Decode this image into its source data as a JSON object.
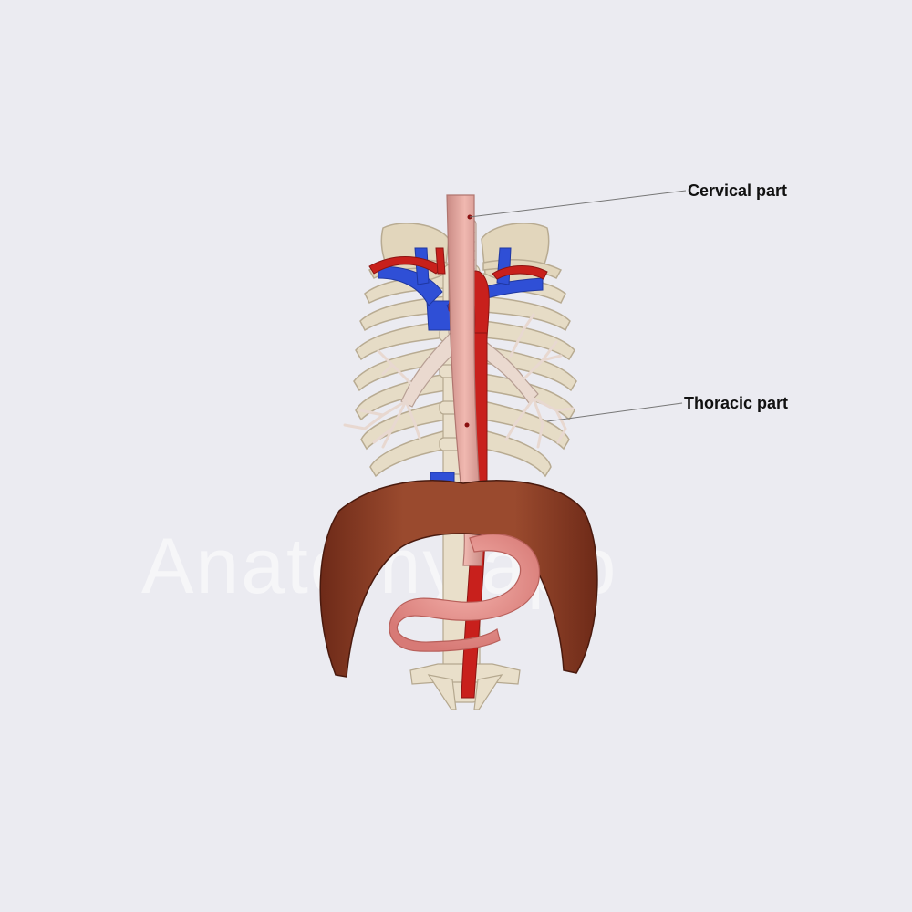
{
  "labels": {
    "cervical": "Cervical part",
    "thoracic": "Thoracic part"
  },
  "watermark": "Anatomy.app",
  "colors": {
    "background": "#ebebf1",
    "esophagus": "#e4a8a0",
    "aorta": "#c8201c",
    "vein": "#2f4fd6",
    "bone": "#e6dcc6",
    "diaphragm": "#8a3a22",
    "stomach": "#e58f8c",
    "leader_line": "#777777"
  }
}
